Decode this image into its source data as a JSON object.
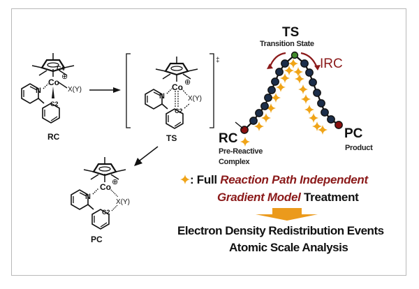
{
  "colors": {
    "frame": "#b9b9b9",
    "node_dark": "#1c2e4a",
    "node_endpoint": "#8b1010",
    "node_ts": "#3f8a2a",
    "star": "#f0a418",
    "accent_red": "#8b1a1a",
    "arrow_orange": "#eb9a1c",
    "ink": "#111111"
  },
  "scheme": {
    "structures": [
      {
        "id": "RC",
        "label": "RC",
        "metal": "Co",
        "charge": "⊕",
        "ligand": "X(Y)",
        "atom_c4": "C4",
        "atom_c2": "C2",
        "atom_n": "N"
      },
      {
        "id": "TS",
        "label": "TS",
        "metal": "Co",
        "charge": "⊕",
        "ligand": "X(Y)",
        "atom_c2": "C2",
        "atom_n": "N",
        "dagger": "‡"
      },
      {
        "id": "PC",
        "label": "PC",
        "metal": "Co",
        "charge": "⊕",
        "ligand": "X(Y)",
        "atom_c2": "C2",
        "atom_n": "N"
      }
    ]
  },
  "profile": {
    "ts_label": "TS",
    "ts_sublabel": "Transition State",
    "irc_label": "IRC",
    "rc_label": "RC",
    "rc_sublabel_line1": "Pre-Reactive",
    "rc_sublabel_line2": "Complex",
    "pc_label": "PC",
    "pc_sublabel": "Product"
  },
  "legend": {
    "separator": ": ",
    "full": "Full",
    "method_italic": "Reaction Path Independent",
    "method_italic2": "Gradient Model",
    "treatment": "Treatment"
  },
  "outcome": {
    "line1": "Electron Density Redistribution Events",
    "line2": "Atomic Scale Analysis"
  }
}
